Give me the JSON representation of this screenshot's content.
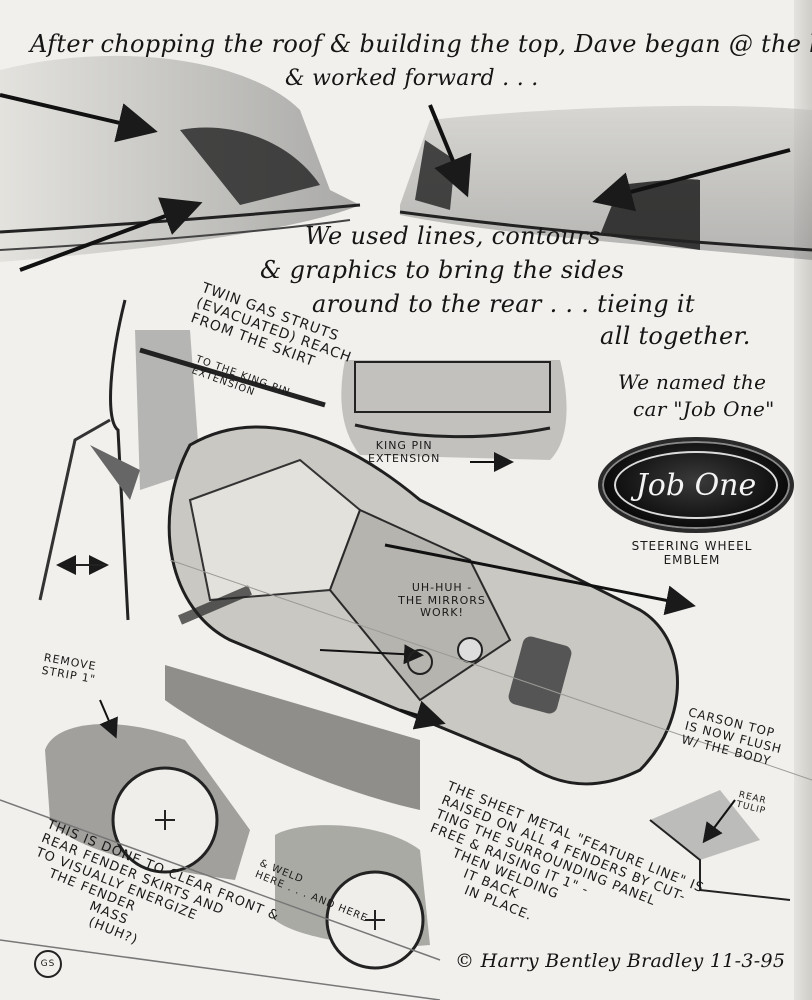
{
  "notes": {
    "top": "After chopping the roof & building the top, Dave began @ the back",
    "top2": "& worked forward . . .",
    "lines1": "We used lines, contours",
    "lines2": "& graphics to bring the sides",
    "lines3": "around to the rear . . . tieing it",
    "lines4": "all together.",
    "named1": "We named the",
    "named2": "car \"Job One\"",
    "struts1": "Twin gas struts",
    "struts2": "(evacuated) reach",
    "struts3": "from the skirt",
    "struts4": "to the king pin",
    "struts5": "extension",
    "kingpin1": "King pin",
    "kingpin2": "extension",
    "steering1": "Steering wheel",
    "steering2": "emblem",
    "mirrors1": "Uh-huh -",
    "mirrors2": "the mirrors",
    "mirrors3": "work!",
    "remove1": "Remove",
    "remove2": "strip 1\"",
    "carson1": "Carson top",
    "carson2": "is now flush",
    "carson3": "w/ the body",
    "rear1": "Rear",
    "rear2": "tulip",
    "weld1": "& weld",
    "weld2": "here . . . and here",
    "sheet1": "The sheet metal \"feature line\" is",
    "sheet2": "raised on all 4 fenders by cut-",
    "sheet3": "ting the surrounding panel",
    "sheet4": "free & raising it 1\" -",
    "sheet5": "then welding",
    "sheet6": "it back",
    "sheet7": "in place.",
    "clear1": "This is done to clear front &",
    "clear2": "rear fender skirts and",
    "clear3": "to visually energize",
    "clear4": "the fender",
    "clear5": "mass",
    "clear6": "(huh?)",
    "initials": "GS",
    "signature": "© Harry Bentley Bradley 11-3-95"
  },
  "emblem": {
    "text": "Job One"
  },
  "colors": {
    "paper": "#f1f0ec",
    "ink": "#1c1c1c",
    "shade": "#8a8a8a"
  }
}
